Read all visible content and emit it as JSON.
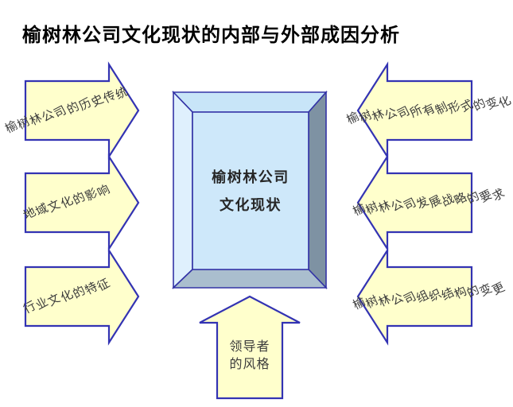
{
  "title": "榆树林公司文化现状的内部与外部成因分析",
  "center_box": {
    "line1": "榆树林公司",
    "line2": "文化现状"
  },
  "left_arrows": [
    {
      "label": "榆树林公司的\n历史传统"
    },
    {
      "label": "地域文化\n的影响"
    },
    {
      "label": "行业文化\n的特征"
    }
  ],
  "right_arrows": [
    {
      "label": "榆树林公司所\n有制形式的变\n化"
    },
    {
      "label": "榆树林公司发\n展战略的要求"
    },
    {
      "label": "榆树林公司组\n织结构的变更"
    }
  ],
  "bottom_arrow": {
    "label": "领导者\n的风格"
  },
  "colors": {
    "arrow_fill": "#FFFFCC",
    "arrow_stroke": "#3333B3",
    "frame_stroke": "#3333A6",
    "frame_top": "#C8E5F8",
    "frame_left": "#DFF0FD",
    "frame_right": "#7E92A3",
    "frame_bottom": "#AABECE",
    "frame_inner": "#CEE8FA",
    "title_color": "#000000",
    "label_color": "#3C3C3C",
    "center_text": "#262626"
  }
}
